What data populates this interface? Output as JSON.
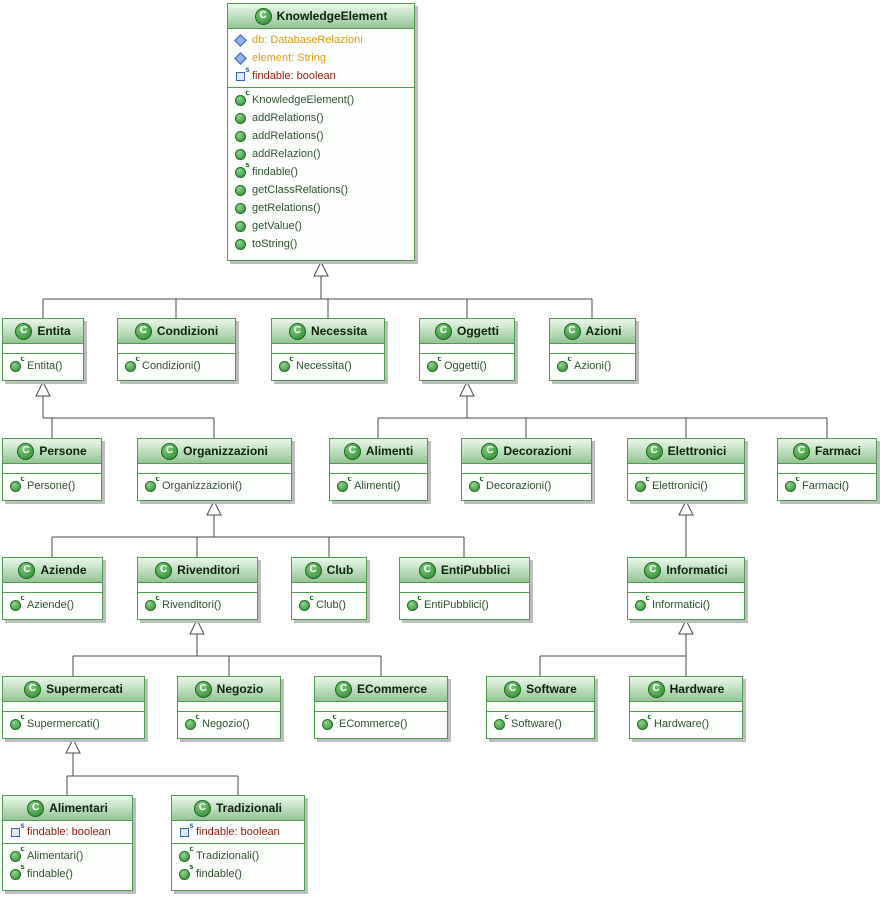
{
  "icons": {
    "class_letter": "C"
  },
  "classes": {
    "knowledgeElement": {
      "name": "KnowledgeElement",
      "fields": [
        "db: DatabaseRelazioni",
        "element: String",
        "findable: boolean"
      ],
      "methods": [
        "KnowledgeElement()",
        "addRelations()",
        "addRelations()",
        "addRelazion()",
        "findable()",
        "getClassRelations()",
        "getRelations()",
        "getValue()",
        "toString()"
      ]
    },
    "entita": {
      "name": "Entita",
      "methods": [
        "Entita()"
      ]
    },
    "condizioni": {
      "name": "Condizioni",
      "methods": [
        "Condizioni()"
      ]
    },
    "necessita": {
      "name": "Necessita",
      "methods": [
        "Necessita()"
      ]
    },
    "oggetti": {
      "name": "Oggetti",
      "methods": [
        "Oggetti()"
      ]
    },
    "azioni": {
      "name": "Azioni",
      "methods": [
        "Azioni()"
      ]
    },
    "persone": {
      "name": "Persone",
      "methods": [
        "Persone()"
      ]
    },
    "organizzazioni": {
      "name": "Organizzazioni",
      "methods": [
        "Organizzazioni()"
      ]
    },
    "alimenti": {
      "name": "Alimenti",
      "methods": [
        "Alimenti()"
      ]
    },
    "decorazioni": {
      "name": "Decorazioni",
      "methods": [
        "Decorazioni()"
      ]
    },
    "elettronici": {
      "name": "Elettronici",
      "methods": [
        "Elettronici()"
      ]
    },
    "farmaci": {
      "name": "Farmaci",
      "methods": [
        "Farmaci()"
      ]
    },
    "aziende": {
      "name": "Aziende",
      "methods": [
        "Aziende()"
      ]
    },
    "rivenditori": {
      "name": "Rivenditori",
      "methods": [
        "Rivenditori()"
      ]
    },
    "club": {
      "name": "Club",
      "methods": [
        "Club()"
      ]
    },
    "entiPubblici": {
      "name": "EntiPubblici",
      "methods": [
        "EntiPubblici()"
      ]
    },
    "informatici": {
      "name": "Informatici",
      "methods": [
        "Informatici()"
      ]
    },
    "supermercati": {
      "name": "Supermercati",
      "methods": [
        "Supermercati()"
      ]
    },
    "negozio": {
      "name": "Negozio",
      "methods": [
        "Negozio()"
      ]
    },
    "ecommerce": {
      "name": "ECommerce",
      "methods": [
        "ECommerce()"
      ]
    },
    "software": {
      "name": "Software",
      "methods": [
        "Software()"
      ]
    },
    "hardware": {
      "name": "Hardware",
      "methods": [
        "Hardware()"
      ]
    },
    "alimentari": {
      "name": "Alimentari",
      "fields": [
        "findable: boolean"
      ],
      "methods": [
        "Alimentari()",
        "findable()"
      ]
    },
    "tradizionali": {
      "name": "Tradizionali",
      "fields": [
        "findable: boolean"
      ],
      "methods": [
        "Tradizionali()",
        "findable()"
      ]
    }
  }
}
